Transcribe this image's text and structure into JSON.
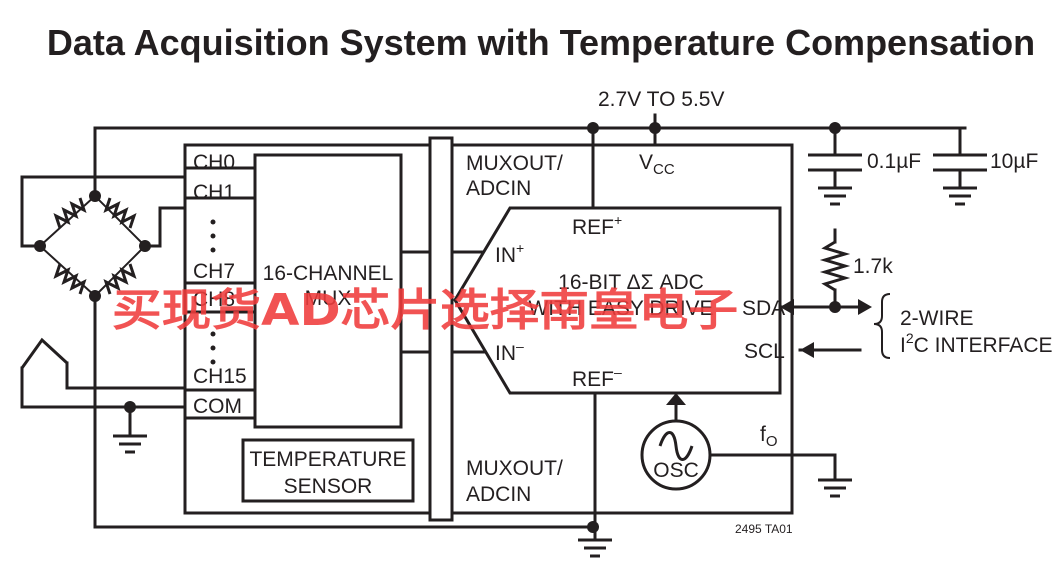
{
  "title": "Data Acquisition System with Temperature Compensation",
  "supply": {
    "range": "2.7V TO 5.5V",
    "vcc": "V",
    "vcc_sub": "CC"
  },
  "capacitors": [
    "0.1µF",
    "10µF"
  ],
  "resistor": "1.7k",
  "channels": [
    "CH0",
    "CH1",
    "CH7",
    "CH8",
    "CH15",
    "COM"
  ],
  "mux": {
    "line1": "16-CHANNEL",
    "line2": "MUX"
  },
  "temp_sensor": {
    "line1": "TEMPERATURE",
    "line2": "SENSOR"
  },
  "muxout_top": {
    "line1": "MUXOUT/",
    "line2": "ADCIN"
  },
  "muxout_bottom": {
    "line1": "MUXOUT/",
    "line2": "ADCIN"
  },
  "adc": {
    "line1": "16-BIT ΔΣ ADC",
    "line2": "WITH EASY DRIVE",
    "ref_plus": "REF",
    "ref_plus_sup": "+",
    "ref_minus": "REF",
    "ref_minus_sup": "–",
    "in_plus": "IN",
    "in_plus_sup": "+",
    "in_minus": "IN",
    "in_minus_sup": "–",
    "sda": "SDA",
    "scl": "SCL"
  },
  "osc": "OSC",
  "fo": {
    "main": "f",
    "sub": "O"
  },
  "interface": {
    "line1": "2-WIRE",
    "line2_pre": "I",
    "line2_sup": "2",
    "line2_post": "C INTERFACE"
  },
  "figure_id": "2495 TA01",
  "watermark": "买现货AD芯片选择南皇电子"
}
